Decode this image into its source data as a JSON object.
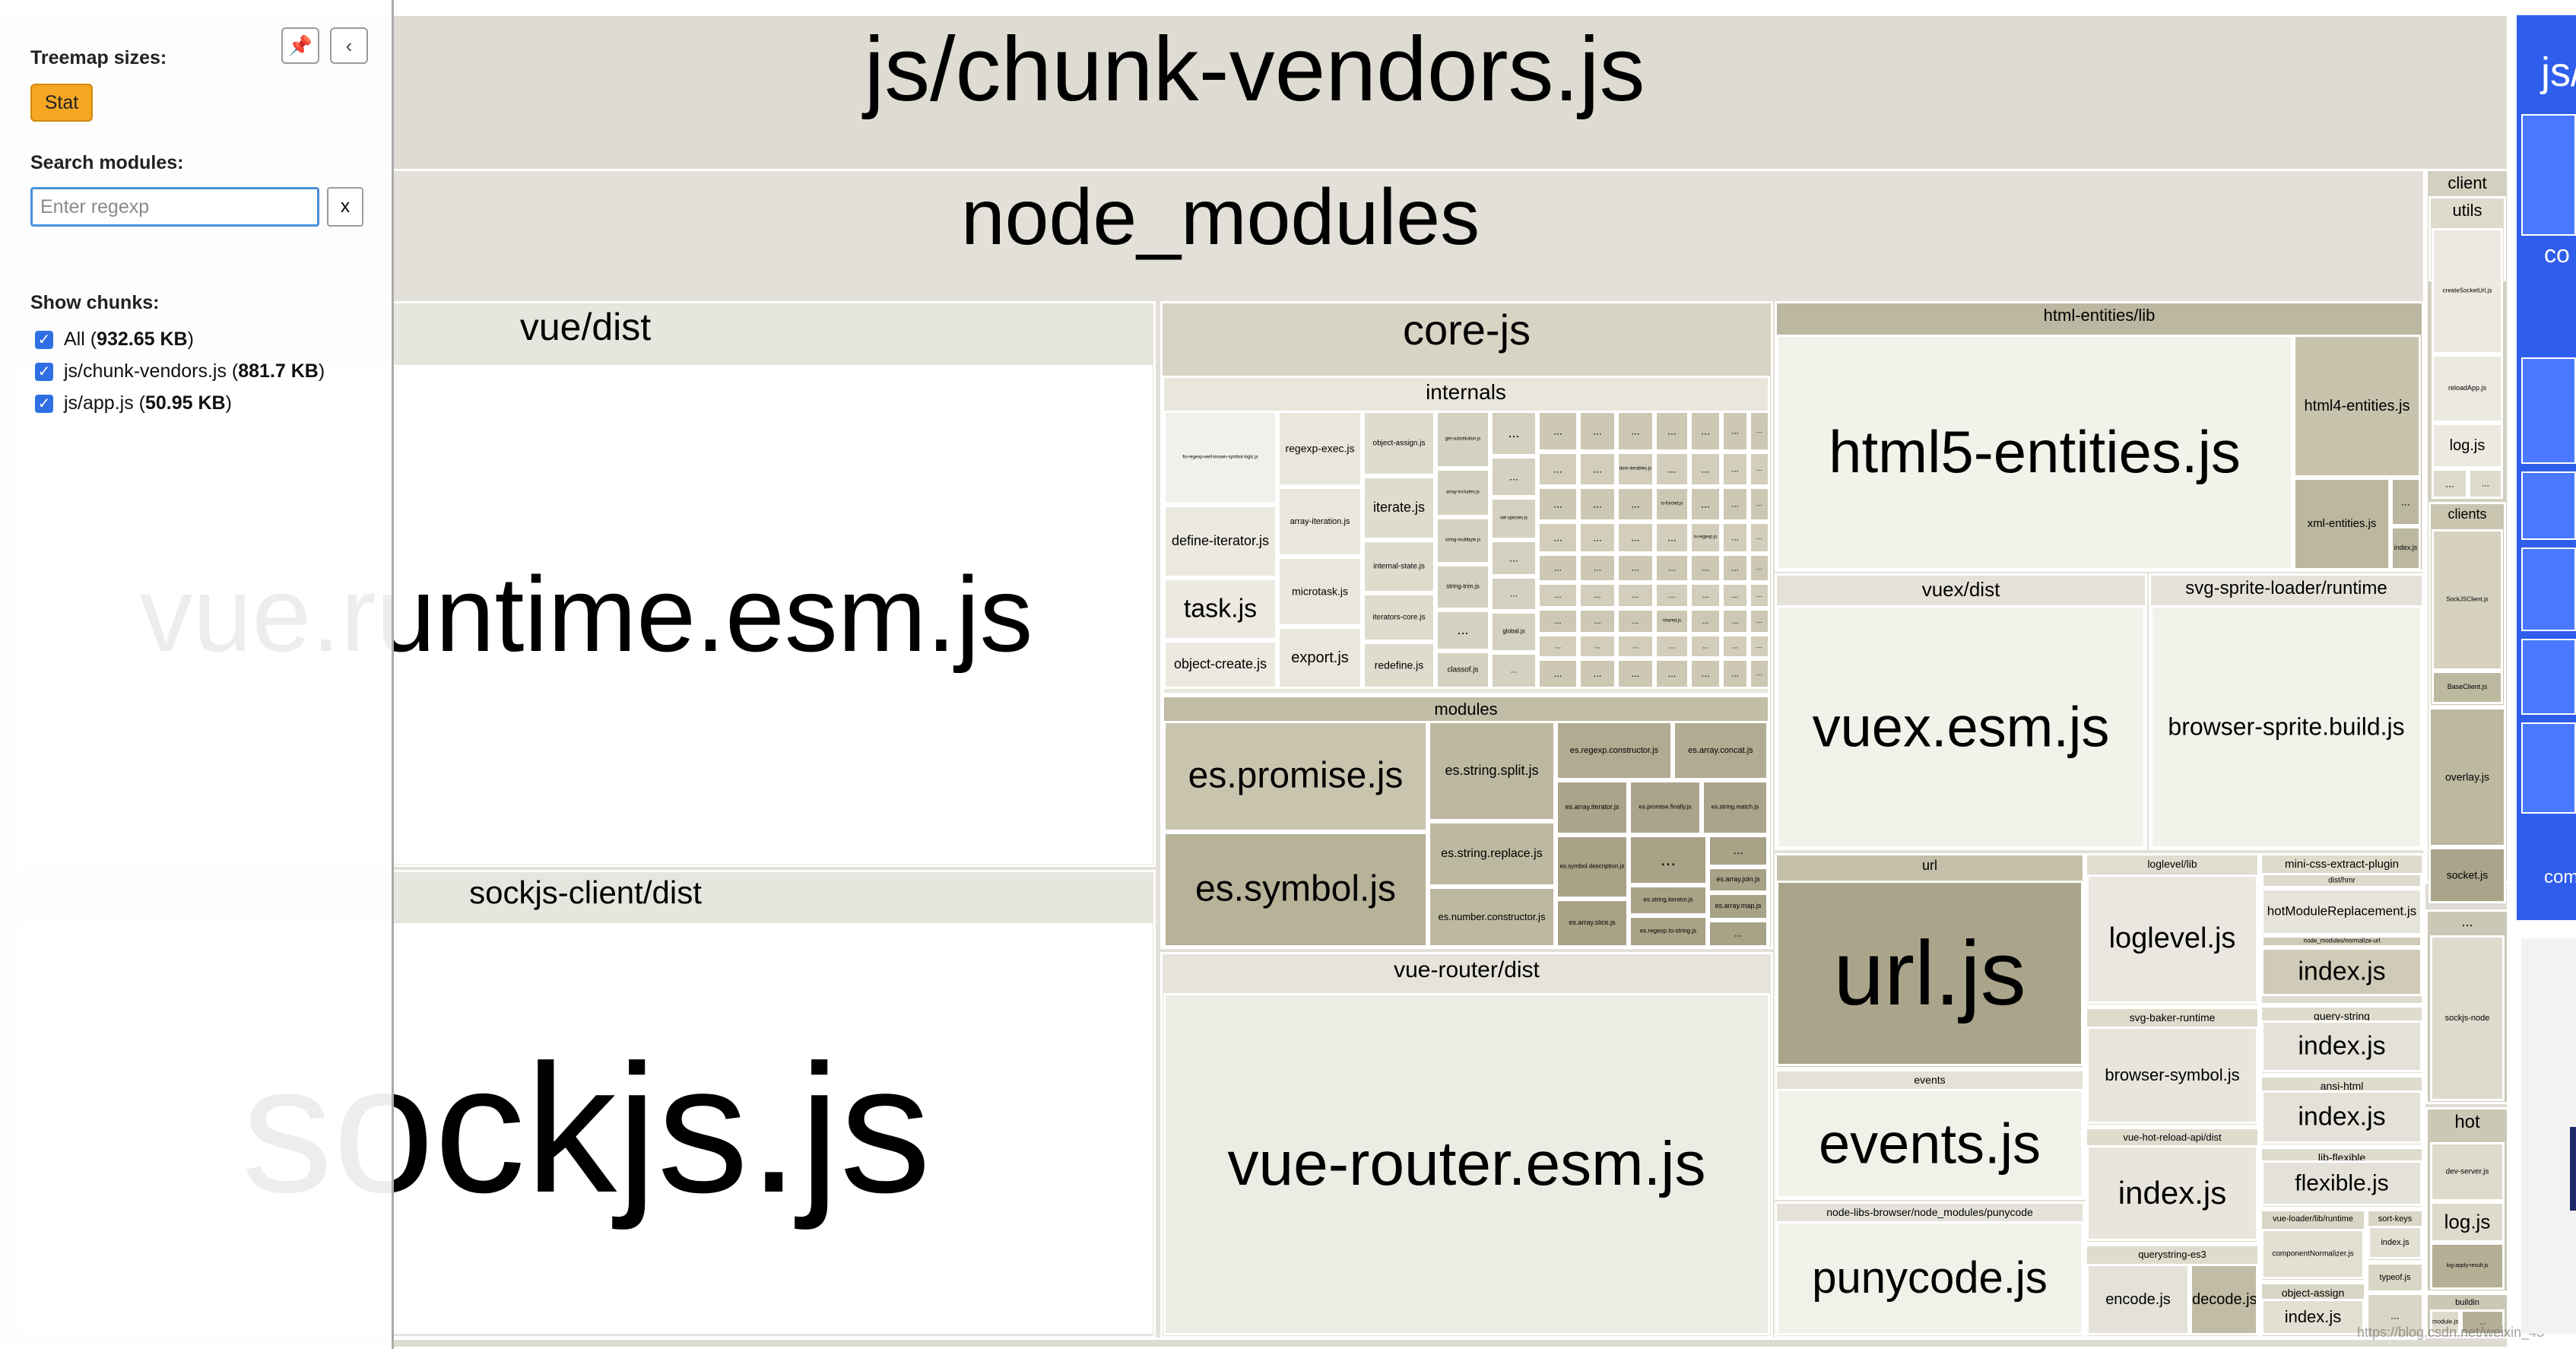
{
  "sidebar": {
    "treemap_sizes_label": "Treemap sizes:",
    "size_options": [
      "Stat"
    ],
    "search_label": "Search modules:",
    "search_placeholder": "Enter regexp",
    "clear_label": "x",
    "show_chunks_label": "Show chunks:",
    "pin_icon": "pin-icon",
    "collapse_icon": "chevron-left-icon",
    "chunks": [
      {
        "name": "All",
        "size": "932.65 KB",
        "checked": true
      },
      {
        "name": "js/chunk-vendors.js",
        "size": "881.7 KB",
        "checked": true
      },
      {
        "name": "js/app.js",
        "size": "50.95 KB",
        "checked": true
      }
    ]
  },
  "treemap": {
    "chunk_title": "js/chunk-vendors.js",
    "node_modules": "node_modules",
    "right_chunk_label": "js/",
    "labels": {
      "vue_dist": "vue/dist",
      "vue_runtime": "vue.runtime.esm.js",
      "sockjs_dist": "sockjs-client/dist",
      "sockjs": "sockjs.js",
      "core_js": "core-js",
      "internals": "internals",
      "modules": "modules",
      "es_promise": "es.promise.js",
      "es_symbol": "es.symbol.js",
      "es_string_split": "es.string.split.js",
      "es_string_replace": "es.string.replace.js",
      "es_number_constructor": "es.number.constructor.js",
      "es_regexp_constructor": "es.regexp.constructor.js",
      "es_array_concat": "es.array.concat.js",
      "es_array_iterator": "es.array.iterator.js",
      "es_promise_finally": "es.promise.finally.js",
      "es_string_match": "es.string.match.js",
      "es_symbol_description": "es.symbol.description.js",
      "es_array_slice": "es.array.slice.js",
      "es_array_join": "es.array.join.js",
      "es_array_map": "es.array.map.js",
      "es_string_iterator": "es.string.iterator.js",
      "es_regexp_to_string": "es.regexp.to-string.js",
      "define_iterator": "define-iterator.js",
      "task": "task.js",
      "object_create": "object-create.js",
      "regexp_exec": "regexp-exec.js",
      "object_assign": "object-assign.js",
      "array_iteration": "array-iteration.js",
      "iterate": "iterate.js",
      "microtask": "microtask.js",
      "internal_state": "internal-state.js",
      "iterators_core": "iterators-core.js",
      "export": "export.js",
      "redefine": "redefine.js",
      "classof": "classof.js",
      "global": "global.js",
      "shared": "shared.js",
      "fix_regexp": "fix-regexp-well-known-symbol-logic.js",
      "get_substitution": "get-substitution.js",
      "array_includes": "array-includes.js",
      "string_multibyte": "string-multibyte.js",
      "string_trim": "string-trim.js",
      "set_species": "set-species.js",
      "dom_iterables": "dom-iterables.js",
      "is_forced": "is-forced.js",
      "is_regexp": "is-regexp.js",
      "html_entities_lib": "html-entities/lib",
      "html5_entities": "html5-entities.js",
      "html4_entities": "html4-entities.js",
      "xml_entities": "xml-entities.js",
      "index": "index.js",
      "vuex_dist": "vuex/dist",
      "vuex": "vuex.esm.js",
      "svg_sprite_runtime": "svg-sprite-loader/runtime",
      "browser_sprite": "browser-sprite.build.js",
      "url_dir": "url",
      "url": "url.js",
      "loglevel_lib": "loglevel/lib",
      "loglevel": "loglevel.js",
      "mini_css": "mini-css-extract-plugin",
      "dist_hmr": "dist/hmr",
      "hot_module_replacement": "hotModuleReplacement.js",
      "normalize_url": "node_modules/normalize-url",
      "events_dir": "events",
      "events": "events.js",
      "svg_baker_runtime": "svg-baker-runtime",
      "browser_symbol": "browser-symbol.js",
      "query_string": "query-string",
      "ansi_html": "ansi-html",
      "vue_hot_reload": "vue-hot-reload-api/dist",
      "lib_flexible": "lib-flexible",
      "flexible": "flexible.js",
      "vue_loader_runtime": "vue-loader/lib/runtime",
      "component_normalizer": "componentNormalizer.js",
      "sort_keys": "sort-keys",
      "punycode_dir": "node-libs-browser/node_modules/punycode",
      "punycode": "punycode.js",
      "querystring_es3": "querystring-es3",
      "encode": "encode.js",
      "decode": "decode.js",
      "object_assign_dir": "object-assign",
      "typeof": "typeof.js",
      "vue_router_dist": "vue-router/dist",
      "vue_router": "vue-router.esm.js",
      "client": "client",
      "utils": "utils",
      "create_socket": "createSocketUrl.js",
      "reload_app": "reloadApp.js",
      "log": "log.js",
      "clients": "clients",
      "sockjs_client_js": "SockJSClient.js",
      "base_client": "BaseClient.js",
      "overlay": "overlay.js",
      "socket": "socket.js",
      "sockjs_node": "sockjs-node",
      "hot": "hot",
      "dev_server": "dev-server.js",
      "log_apply": "log-apply-result.js",
      "buildin": "buildin",
      "module": "module.js",
      "ellipsis": "...",
      "watermark": "https://blog.csdn.net/weixin_43"
    }
  },
  "colors": {
    "outer": "#dedcd2",
    "node_modules": "#e2e0d8",
    "vue_bg": "#ffffff",
    "vue_header": "#e6e5de",
    "core_js": "#d7d4c4",
    "internals": "#e9e7dc",
    "modules_mid": "#c1bda6",
    "modules_dark": "#b2ad93",
    "html_main": "#f2f1ea",
    "html_side": "#bcb7a0",
    "url": "#aaa58a",
    "blue": "#2f5dec"
  }
}
